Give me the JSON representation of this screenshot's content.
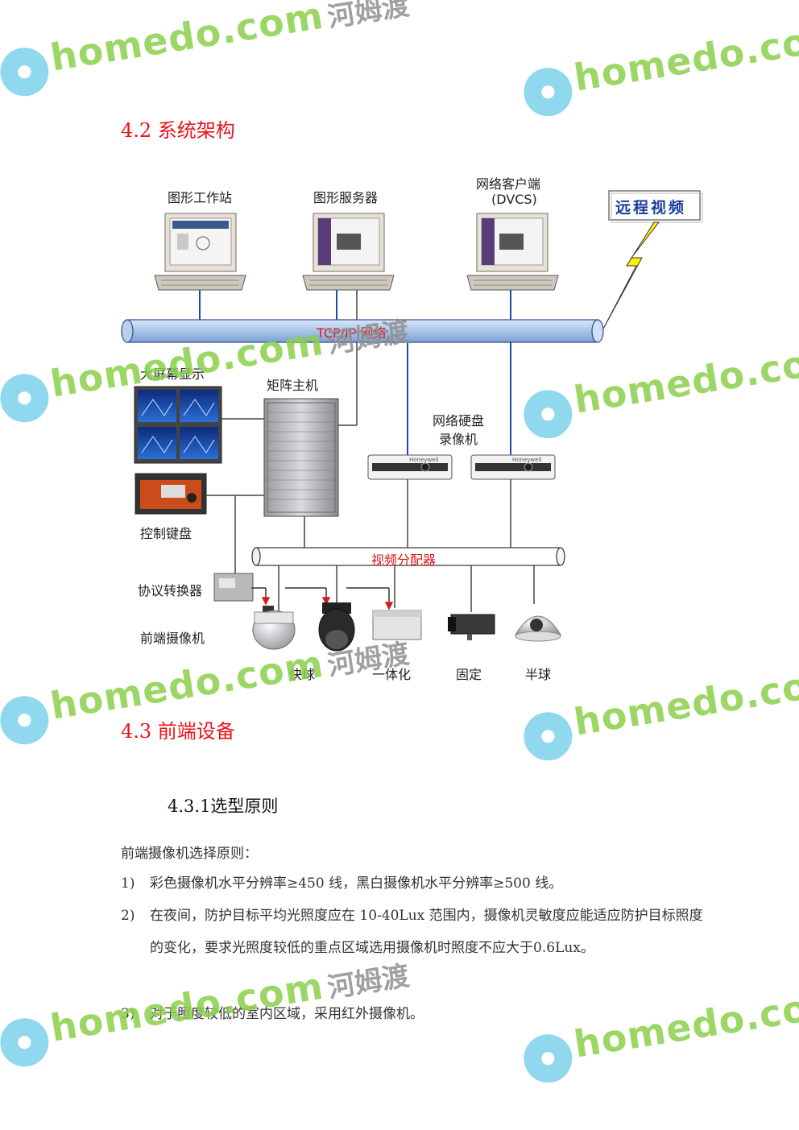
{
  "section_4_2": {
    "title": "4.2 系统架构"
  },
  "diagram": {
    "workstation": "图形工作站",
    "server": "图形服务器",
    "client_line1": "网络客户端",
    "client_line2": "(DVCS)",
    "remote_video": "远程视频",
    "network": "TCP/IP 网络",
    "big_screen": "大屏幕显示",
    "matrix_host": "矩阵主机",
    "nvr_line1": "网络硬盘",
    "nvr_line2": "录像机",
    "control_keyboard": "控制键盘",
    "video_distributor": "视频分配器",
    "protocol_converter": "协议转换器",
    "front_camera": "前端摄像机",
    "speed_dome": "快球",
    "integrated": "一体化",
    "fixed": "固定",
    "half_dome": "半球",
    "nvr_brand": "Honeywell"
  },
  "section_4_3": {
    "title": "4.3 前端设备"
  },
  "section_4_3_1": {
    "title": "4.3.1选型原则"
  },
  "body": {
    "intro": "前端摄像机选择原则：",
    "items": [
      {
        "num": "1)",
        "text": "彩色摄像机水平分辨率≥450 线，黑白摄像机水平分辨率≥500 线。"
      },
      {
        "num": "2)",
        "text": "在夜间，防护目标平均光照度应在 10-40Lux 范围内，摄像机灵敏度应能适应防护目标照度的变化，要求光照度较低的重点区域选用摄像机时照度不应大于0.6Lux。"
      },
      {
        "num": "3)",
        "text": "对于照度较低的室内区域，采用红外摄像机。"
      }
    ]
  },
  "watermark": {
    "latin": "homedo.com",
    "cn": "河姆渡"
  },
  "colors": {
    "heading_red": "#e8141b",
    "watermark_green": "#8bd14c",
    "pipe_blue": "#a9c4ea"
  }
}
